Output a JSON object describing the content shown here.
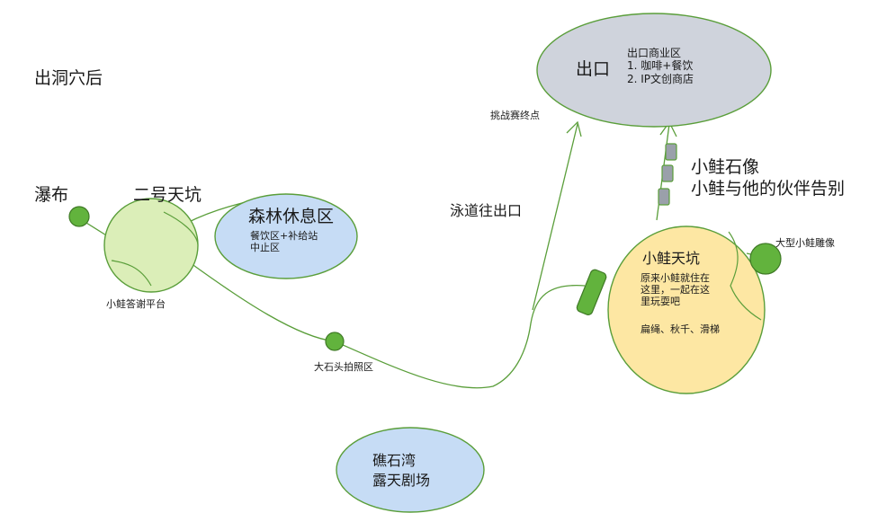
{
  "title": "出洞穴后",
  "nodes": {
    "waterfall": "瀑布",
    "pit2": "二号天坑",
    "platform": "小鲑答谢平台",
    "forest_title": "森林休息区",
    "forest_desc": "餐饮区+补给站\n中止区",
    "rock_photo": "大石头拍照区",
    "swim_route": "泳道往出口",
    "finish": "挑战赛终点",
    "exit_title": "出口",
    "exit_desc": "出口商业区\n1. 咖啡+餐饮\n2. IP文创商店",
    "statue_label": "小鲑石像\n小鲑与他的伙伴告别",
    "big_statue": "大型小鲑雕像",
    "pit_title": "小鲑天坑",
    "pit_desc": "原来小鲑就住在\n这里，一起在这\n里玩耍吧",
    "pit_items": "扁绳、秋千、滑梯",
    "reef_bay": "礁石湾\n露天剧场"
  },
  "colors": {
    "green_line": "#5a9e3a",
    "green_fill": "#62b33d",
    "light_green": "#dbeeb8",
    "blue_fill": "#c6dcf5",
    "grey_fill": "#cfd3dc",
    "yellow_fill": "#fde7a3"
  }
}
